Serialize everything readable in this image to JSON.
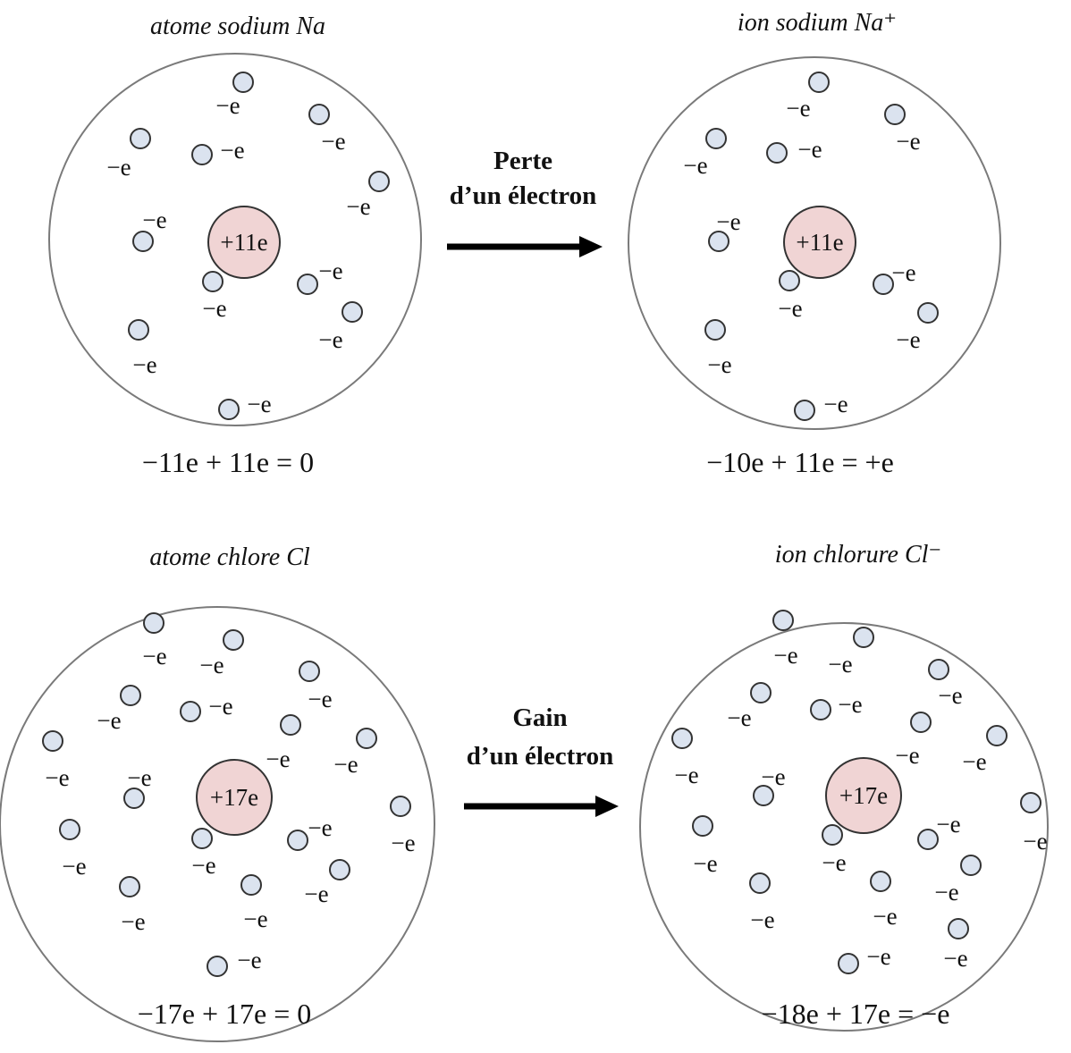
{
  "diagrams": [
    {
      "title": "atome sodium Na",
      "nucleus_label": "+11e",
      "electron_label": "−e",
      "electron_count": 11,
      "equation": "−11e + 11e = 0"
    },
    {
      "title": "ion sodium Na⁺",
      "nucleus_label": "+11e",
      "electron_label": "−e",
      "electron_count": 10,
      "equation": "−10e + 11e = +e"
    },
    {
      "title": "atome chlore Cl",
      "nucleus_label": "+17e",
      "electron_label": "−e",
      "electron_count": 17,
      "equation": "−17e + 17e = 0"
    },
    {
      "title": "ion chlorure Cl⁻",
      "nucleus_label": "+17e",
      "electron_label": "−e",
      "electron_count": 18,
      "equation": "−18e + 17e = −e"
    }
  ],
  "arrows": [
    {
      "line1": "Perte",
      "line2": "d’un électron"
    },
    {
      "line1": "Gain",
      "line2": "d’un électron"
    }
  ],
  "colors": {
    "electron_fill": "#dbe3ef",
    "nucleus_fill": "#f0d4d4",
    "outline": "#7a7a7a"
  }
}
